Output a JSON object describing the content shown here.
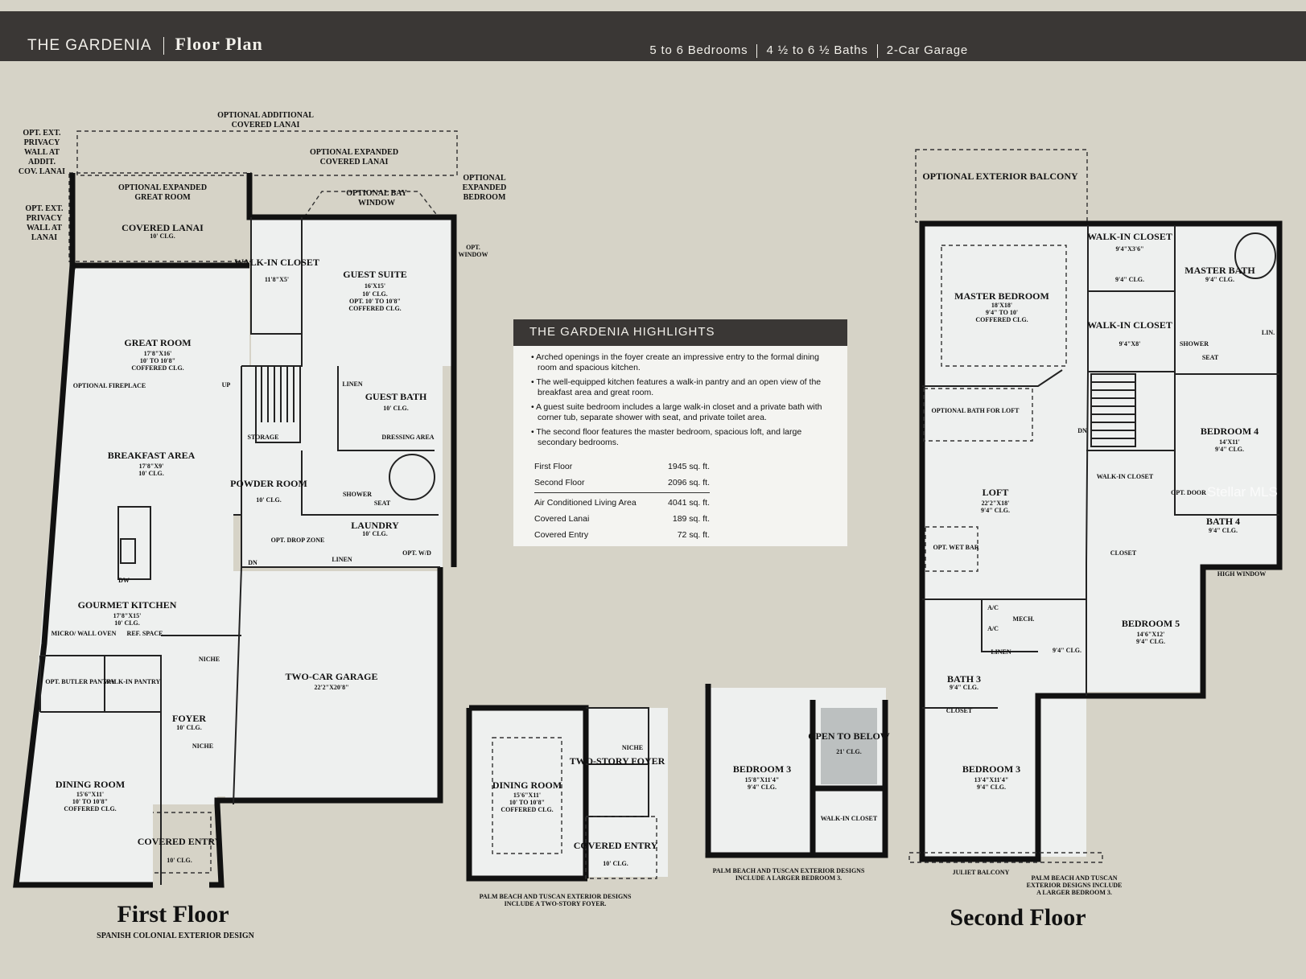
{
  "header": {
    "plan_name": "THE GARDENIA",
    "plan_type": "Floor Plan",
    "specs": [
      "5 to 6 Bedrooms",
      "4 ½ to 6 ½ Baths",
      "2-Car Garage"
    ]
  },
  "highlights": {
    "title": "THE GARDENIA HIGHLIGHTS",
    "bullets": [
      "• Arched openings in the foyer create an impressive entry to the formal dining room and spacious kitchen.",
      "• The well-equipped kitchen features a walk-in pantry and an open view of the breakfast area and great room.",
      "• A guest suite bedroom includes a large walk-in closet and a private bath with corner tub, separate shower with seat, and private toilet area.",
      "• The second floor features the master bedroom, spacious loft, and large secondary bedrooms."
    ],
    "areas": [
      {
        "label": "First Floor",
        "value": "1945 sq. ft."
      },
      {
        "label": "Second Floor",
        "value": "2096 sq. ft."
      },
      {
        "label": "Air Conditioned Living Area",
        "value": "4041 sq. ft."
      },
      {
        "label": "Covered Lanai",
        "value": "189 sq. ft."
      },
      {
        "label": "Covered Entry",
        "value": "72 sq. ft."
      }
    ]
  },
  "first_floor": {
    "title": "First Floor",
    "subtitle": "SPANISH COLONIAL EXTERIOR DESIGN",
    "notes": {
      "opt_additional_lanai": [
        "OPTIONAL ADDITIONAL",
        "COVERED LANAI"
      ],
      "opt_privacy_wall_1": [
        "OPT. EXT.",
        "PRIVACY",
        "WALL AT",
        "ADDIT.",
        "COV. LANAI"
      ],
      "opt_privacy_wall_2": [
        "OPT. EXT.",
        "PRIVACY",
        "WALL AT",
        "LANAI"
      ],
      "opt_expanded_lanai": [
        "OPTIONAL EXPANDED",
        "COVERED LANAI"
      ],
      "opt_expanded_great_room": [
        "OPTIONAL EXPANDED",
        "GREAT ROOM"
      ],
      "opt_bay_window": [
        "OPTIONAL BAY",
        "WINDOW"
      ],
      "opt_expanded_bedroom": [
        "OPTIONAL",
        "EXPANDED",
        "BEDROOM"
      ],
      "opt_window": [
        "OPT.",
        "WINDOW"
      ]
    },
    "rooms": {
      "covered_lanai": {
        "name": "COVERED LANAI",
        "dim": "10' CLG."
      },
      "walk_in_closet": {
        "name": "WALK-IN CLOSET",
        "dim": "11'8\"X5'"
      },
      "guest_suite": {
        "name": "GUEST SUITE",
        "dim": "16'X15'",
        "clg": "10' CLG.",
        "clg2": "OPT. 10' TO 10'8\"",
        "clg3": "COFFERED CLG."
      },
      "great_room": {
        "name": "GREAT ROOM",
        "dim": "17'8\"X16'",
        "clg": "10' TO 10'8\"",
        "clg2": "COFFERED CLG."
      },
      "optional_fireplace": {
        "name": "OPTIONAL FIREPLACE"
      },
      "up": "UP",
      "linen": "LINEN",
      "guest_bath": {
        "name": "GUEST BATH",
        "dim": "10' CLG."
      },
      "storage": "STORAGE",
      "dressing_area": {
        "name": "DRESSING AREA"
      },
      "breakfast_area": {
        "name": "BREAKFAST AREA",
        "dim": "17'8\"X9'",
        "clg": "10' CLG."
      },
      "powder_room": {
        "name": "POWDER ROOM",
        "dim": "10' CLG."
      },
      "shower": "SHOWER",
      "seat": "SEAT",
      "laundry": {
        "name": "LAUNDRY",
        "dim": "10' CLG."
      },
      "opt_drop_zone": {
        "name": "OPT. DROP ZONE"
      },
      "linen2": "LINEN",
      "opt_wd": {
        "name": "OPT. W/D"
      },
      "dn": "DN",
      "dw": "DW",
      "gourmet_kitchen": {
        "name": "GOURMET KITCHEN",
        "dim": "17'8\"X15'",
        "clg": "10' CLG."
      },
      "micro_wall_oven": {
        "name": "MICRO/ WALL OVEN"
      },
      "ref_space": {
        "name": "REF. SPACE"
      },
      "two_car_garage": {
        "name": "TWO-CAR GARAGE",
        "dim": "22'2\"X20'8\""
      },
      "opt_butler_pantry": {
        "name": "OPT. BUTLER PANTRY"
      },
      "walk_in_pantry": {
        "name": "WALK-IN PANTRY"
      },
      "niche": "NICHE",
      "niche2": "NICHE",
      "foyer": {
        "name": "FOYER",
        "dim": "10' CLG."
      },
      "dining_room": {
        "name": "DINING ROOM",
        "dim": "15'6\"X11'",
        "clg": "10' TO 10'8\"",
        "clg2": "COFFERED CLG."
      },
      "covered_entry": {
        "name": "COVERED ENTRY",
        "dim": "10' CLG."
      }
    }
  },
  "alt_first_floor": {
    "dining_room": {
      "name": "DINING ROOM",
      "dim": "15'6\"X11'",
      "clg": "10' TO 10'8\"",
      "clg2": "COFFERED CLG."
    },
    "two_story_foyer": {
      "name": "TWO-STORY FOYER"
    },
    "niche": "NICHE",
    "covered_entry": {
      "name": "COVERED ENTRY",
      "dim": "10' CLG."
    },
    "caption": [
      "PALM BEACH AND TUSCAN EXTERIOR DESIGNS",
      "INCLUDE A TWO-STORY FOYER."
    ]
  },
  "alt_second_floor": {
    "bedroom3": {
      "name": "BEDROOM 3",
      "dim": "15'8\"X11'4\"",
      "clg": "9'4\" CLG."
    },
    "open_to_below": {
      "name": "OPEN TO BELOW",
      "clg": "21' CLG."
    },
    "walk_in_closet": {
      "name": "WALK-IN CLOSET"
    },
    "caption": [
      "PALM BEACH AND TUSCAN EXTERIOR DESIGNS",
      "INCLUDE A LARGER BEDROOM 3."
    ]
  },
  "second_floor": {
    "title": "Second Floor",
    "rooms": {
      "opt_exterior_balcony": {
        "name": "OPTIONAL EXTERIOR BALCONY"
      },
      "master_bedroom": {
        "name": "MASTER BEDROOM",
        "dim": "18'X18'",
        "clg": "9'4\" TO 10'",
        "clg2": "COFFERED CLG."
      },
      "walk_in_closet_1": {
        "name": "WALK-IN CLOSET",
        "dim": "9'4\"X3'6\""
      },
      "clg_94": "9'4\" CLG.",
      "master_bath": {
        "name": "MASTER BATH",
        "dim": "9'4\" CLG."
      },
      "walk_in_closet_2": {
        "name": "WALK-IN CLOSET",
        "dim": "9'4\"X8'"
      },
      "shower": "SHOWER",
      "seat": "SEAT",
      "lin": "LIN.",
      "optional_bath_for_loft": {
        "name": "OPTIONAL BATH FOR LOFT"
      },
      "dn": "DN",
      "bedroom4": {
        "name": "BEDROOM 4",
        "dim": "14'X11'",
        "clg": "9'4\" CLG."
      },
      "walk_in_closet_3": {
        "name": "WALK-IN CLOSET"
      },
      "loft": {
        "name": "LOFT",
        "dim": "22'2\"X18'",
        "clg": "9'4\" CLG."
      },
      "opt_door": {
        "name": "OPT. DOOR"
      },
      "bath4": {
        "name": "BATH 4",
        "dim": "9'4\" CLG."
      },
      "opt_wet_bar": {
        "name": "OPT. WET BAR"
      },
      "closet": "CLOSET",
      "high_window": {
        "name": "HIGH WINDOW"
      },
      "ac1": "A/C",
      "ac2": "A/C",
      "mech": "MECH.",
      "bedroom5": {
        "name": "BEDROOM 5",
        "dim": "14'6\"X12'",
        "clg": "9'4\" CLG."
      },
      "linen": "LINEN",
      "clg_94b": "9'4\" CLG.",
      "bath3": {
        "name": "BATH 3",
        "dim": "9'4\" CLG."
      },
      "closet2": "CLOSET",
      "bedroom3": {
        "name": "BEDROOM 3",
        "dim": "13'4\"X11'4\"",
        "clg": "9'4\" CLG."
      },
      "juliet_balcony": {
        "name": "JULIET BALCONY"
      },
      "caption": [
        "PALM BEACH AND TUSCAN",
        "EXTERIOR DESIGNS INCLUDE",
        "A LARGER BEDROOM 3."
      ]
    }
  },
  "watermark": "Stellar MLS"
}
